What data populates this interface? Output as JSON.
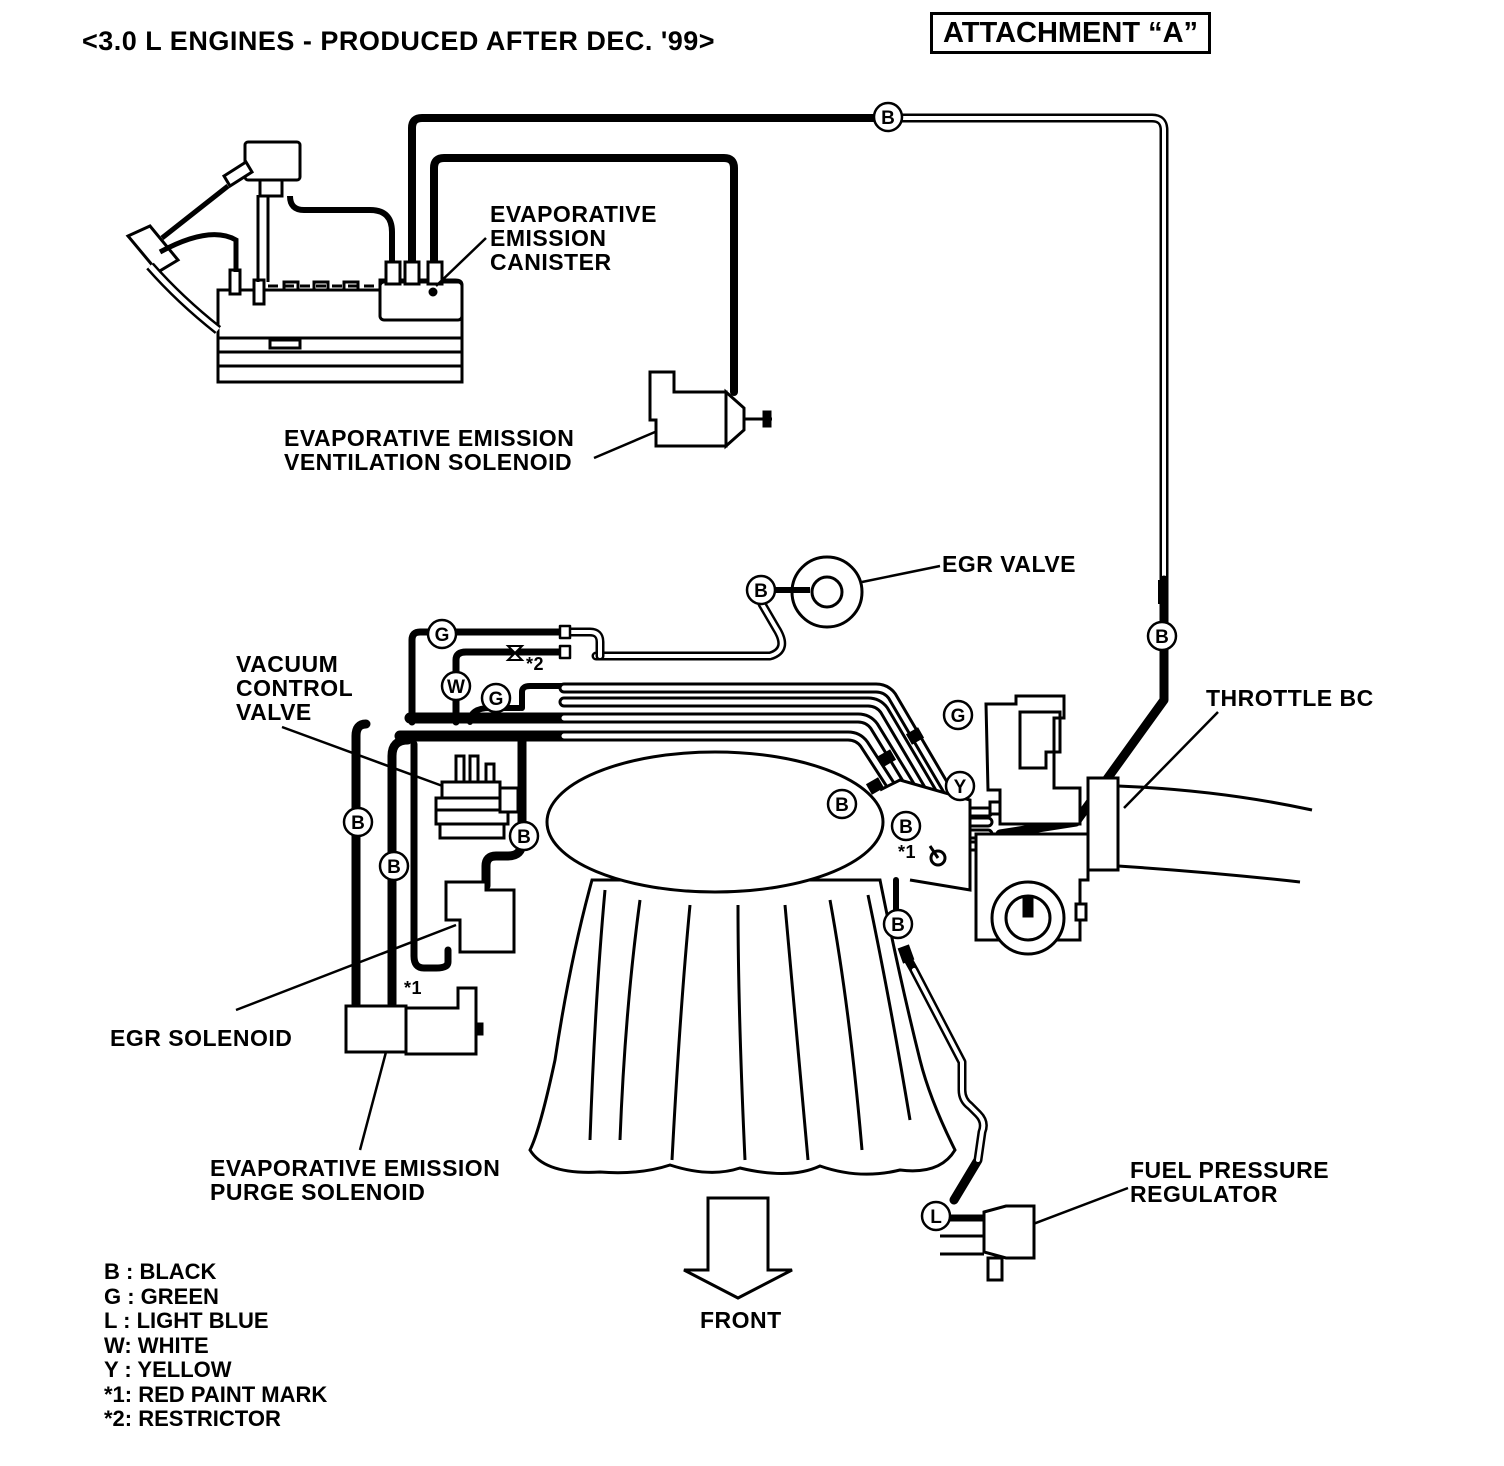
{
  "header": {
    "title": "<3.0 L ENGINES - PRODUCED AFTER DEC. '99>",
    "attachment": "ATTACHMENT “A”"
  },
  "labels": {
    "canister": [
      "EVAPORATIVE",
      "EMISSION",
      "CANISTER"
    ],
    "vent_solenoid": [
      "EVAPORATIVE EMISSION",
      "VENTILATION SOLENOID"
    ],
    "egr_valve": "EGR VALVE",
    "vacuum_control_valve": [
      "VACUUM",
      "CONTROL",
      "VALVE"
    ],
    "throttle_body": "THROTTLE BC",
    "egr_solenoid": "EGR SOLENOID",
    "purge_solenoid": [
      "EVAPORATIVE EMISSION",
      "PURGE SOLENOID"
    ],
    "fuel_pressure_regulator": [
      "FUEL PRESSURE",
      "REGULATOR"
    ],
    "front": "FRONT"
  },
  "hose_tags": {
    "top_b": "B",
    "right_b": "B",
    "egr_valve_b": "B",
    "g_top": "G",
    "w": "W",
    "g_mid": "G",
    "g_right": "G",
    "y_right": "Y",
    "b_left1": "B",
    "b_left2": "B",
    "b_mid": "B",
    "b_throttle1": "B",
    "b_throttle2": "B",
    "b_lower": "B",
    "l_fpr": "L"
  },
  "marks": {
    "restrictor": "*2",
    "paint_mark_1": "*1",
    "paint_mark_2": "*1"
  },
  "legend": [
    "B : BLACK",
    "G : GREEN",
    "L : LIGHT BLUE",
    "W: WHITE",
    "Y : YELLOW",
    "*1: RED PAINT MARK",
    "*2: RESTRICTOR"
  ]
}
